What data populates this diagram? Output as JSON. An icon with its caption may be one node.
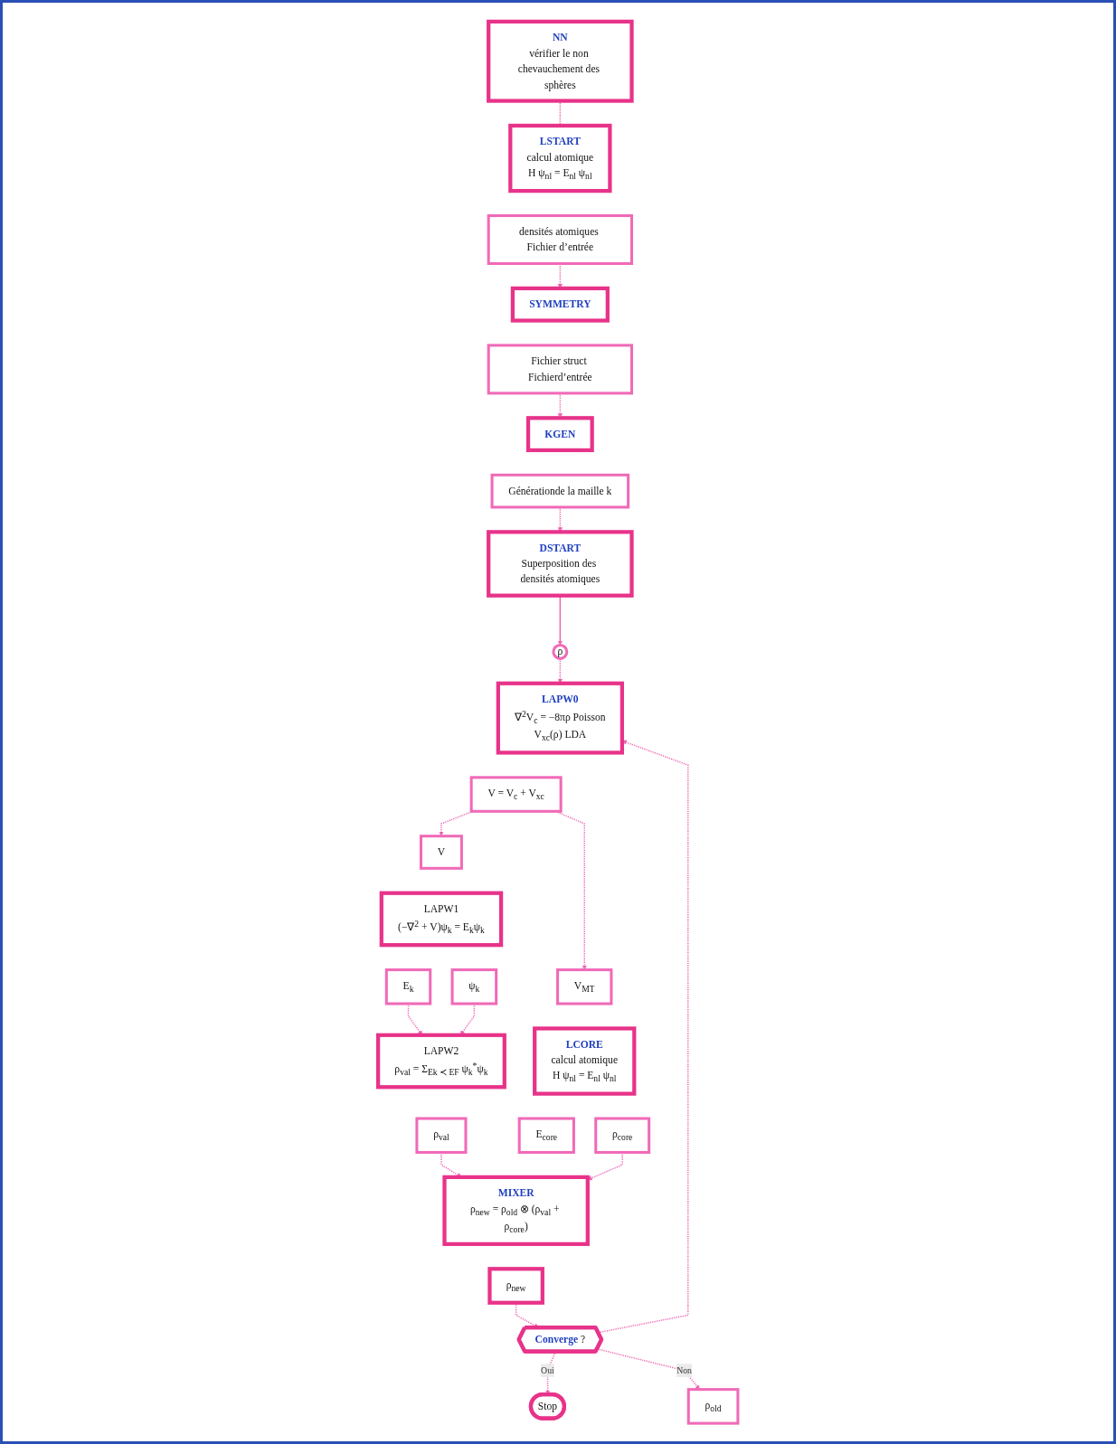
{
  "diagram": {
    "nodes": [
      {
        "text": [
          "NN",
          "vérifier le non chevauchement des sphères"
        ]
      },
      {
        "text": [
          "LSTART",
          "calcul atomique",
          "H ψ$_{nl}$ = E$_{nl}$ ψ$_{nl}$"
        ]
      },
      {
        "text": [
          "densités atomiques Fichier d’entrée"
        ]
      },
      {
        "text": [
          "SYMMETRY"
        ]
      },
      {
        "text": [
          "Fichier struct Fichierd’entrée"
        ]
      },
      {
        "text": [
          "KGEN"
        ]
      },
      {
        "text": [
          "Générationde la maille k"
        ]
      },
      {
        "text": [
          "DSTART",
          "Superposition des densités atomiques"
        ]
      },
      {
        "text": [
          "ρ"
        ]
      },
      {
        "text": [
          "LAPW0",
          "∇$^{2}$V$_{c}$ = −8πρ Poisson",
          "V$_{xc}$(ρ) LDA"
        ]
      },
      {
        "text": [
          "V = V$_{c}$ + V$_{xc}$"
        ]
      },
      {
        "text": [
          "V"
        ]
      },
      {
        "text": [
          "V$_{MT}$"
        ]
      },
      {
        "text": [
          "LAPW1",
          "(−∇$^{2}$ + V)ψ$_{k}$ = E$_{k}$ψ$_{k}$"
        ]
      },
      {
        "text": [
          "LCORE",
          "calcul atomique",
          "H ψ$_{nl}$ = E$_{nl}$ ψ$_{nl}$"
        ]
      },
      {
        "text": [
          "E$_{k}$"
        ]
      },
      {
        "text": [
          "ψ$_{k}$"
        ]
      },
      {
        "text": [
          "ρ$_{core}$"
        ]
      },
      {
        "text": [
          "E$_{core}$"
        ]
      },
      {
        "text": [
          "LAPW2",
          "ρ$_{val}$ = Σ$_{Ek ≺ EF}$ ψ$_{k}$$^{*}$ψ$_{k}$"
        ]
      },
      {
        "text": [
          "ρ$_{val}$"
        ]
      },
      {
        "text": [
          "ρ$_{old}$"
        ]
      },
      {
        "text": [
          "MIXER",
          "ρ$_{new}$ = ρ$_{old}$ ⊗ (ρ$_{val}$ + ρ$_{core}$)"
        ]
      },
      {
        "text": [
          "ρ$_{new}$"
        ]
      },
      {
        "text": [
          "**Converge** ?"
        ]
      },
      {
        "text": [
          "Stop"
        ]
      }
    ],
    "edges": [
      {
        "from": 0,
        "to": 1,
        "arrow": "none",
        "style": "dashed"
      },
      {
        "from": 2,
        "to": 3,
        "arrow": "to",
        "style": "dashed"
      },
      {
        "from": 4,
        "to": 5,
        "arrow": "to",
        "style": "dashed"
      },
      {
        "from": 6,
        "to": 7,
        "arrow": "to",
        "style": "dashed"
      },
      {
        "from": 7,
        "to": 8,
        "arrow": "to"
      },
      {
        "from": 8,
        "to": 9,
        "arrow": "to",
        "style": "dashed"
      },
      {
        "from": 10,
        "to": 11,
        "arrow": "to",
        "style": "dashed"
      },
      {
        "from": 10,
        "to": 12,
        "arrow": "to",
        "style": "dashed"
      },
      {
        "from": 15,
        "to": 19,
        "arrow": "to",
        "style": "dashed"
      },
      {
        "from": 16,
        "to": 19,
        "arrow": "to",
        "style": "dashed"
      },
      {
        "from": 20,
        "to": 22,
        "arrow": "to",
        "style": "dashed"
      },
      {
        "from": 17,
        "to": 22,
        "arrow": "to",
        "style": "dashed"
      },
      {
        "from": 23,
        "to": 24,
        "arrow": "to",
        "style": "dashed"
      },
      {
        "from": 24,
        "to": 25,
        "label": "Oui",
        "arrow": "to",
        "style": "dashed"
      },
      {
        "from": 24,
        "to": 21,
        "label": "Non",
        "arrow": "to",
        "style": "dashed"
      },
      {
        "from": 24,
        "to": 9,
        "arrow": "to",
        "style": "dashed"
      }
    ]
  }
}
